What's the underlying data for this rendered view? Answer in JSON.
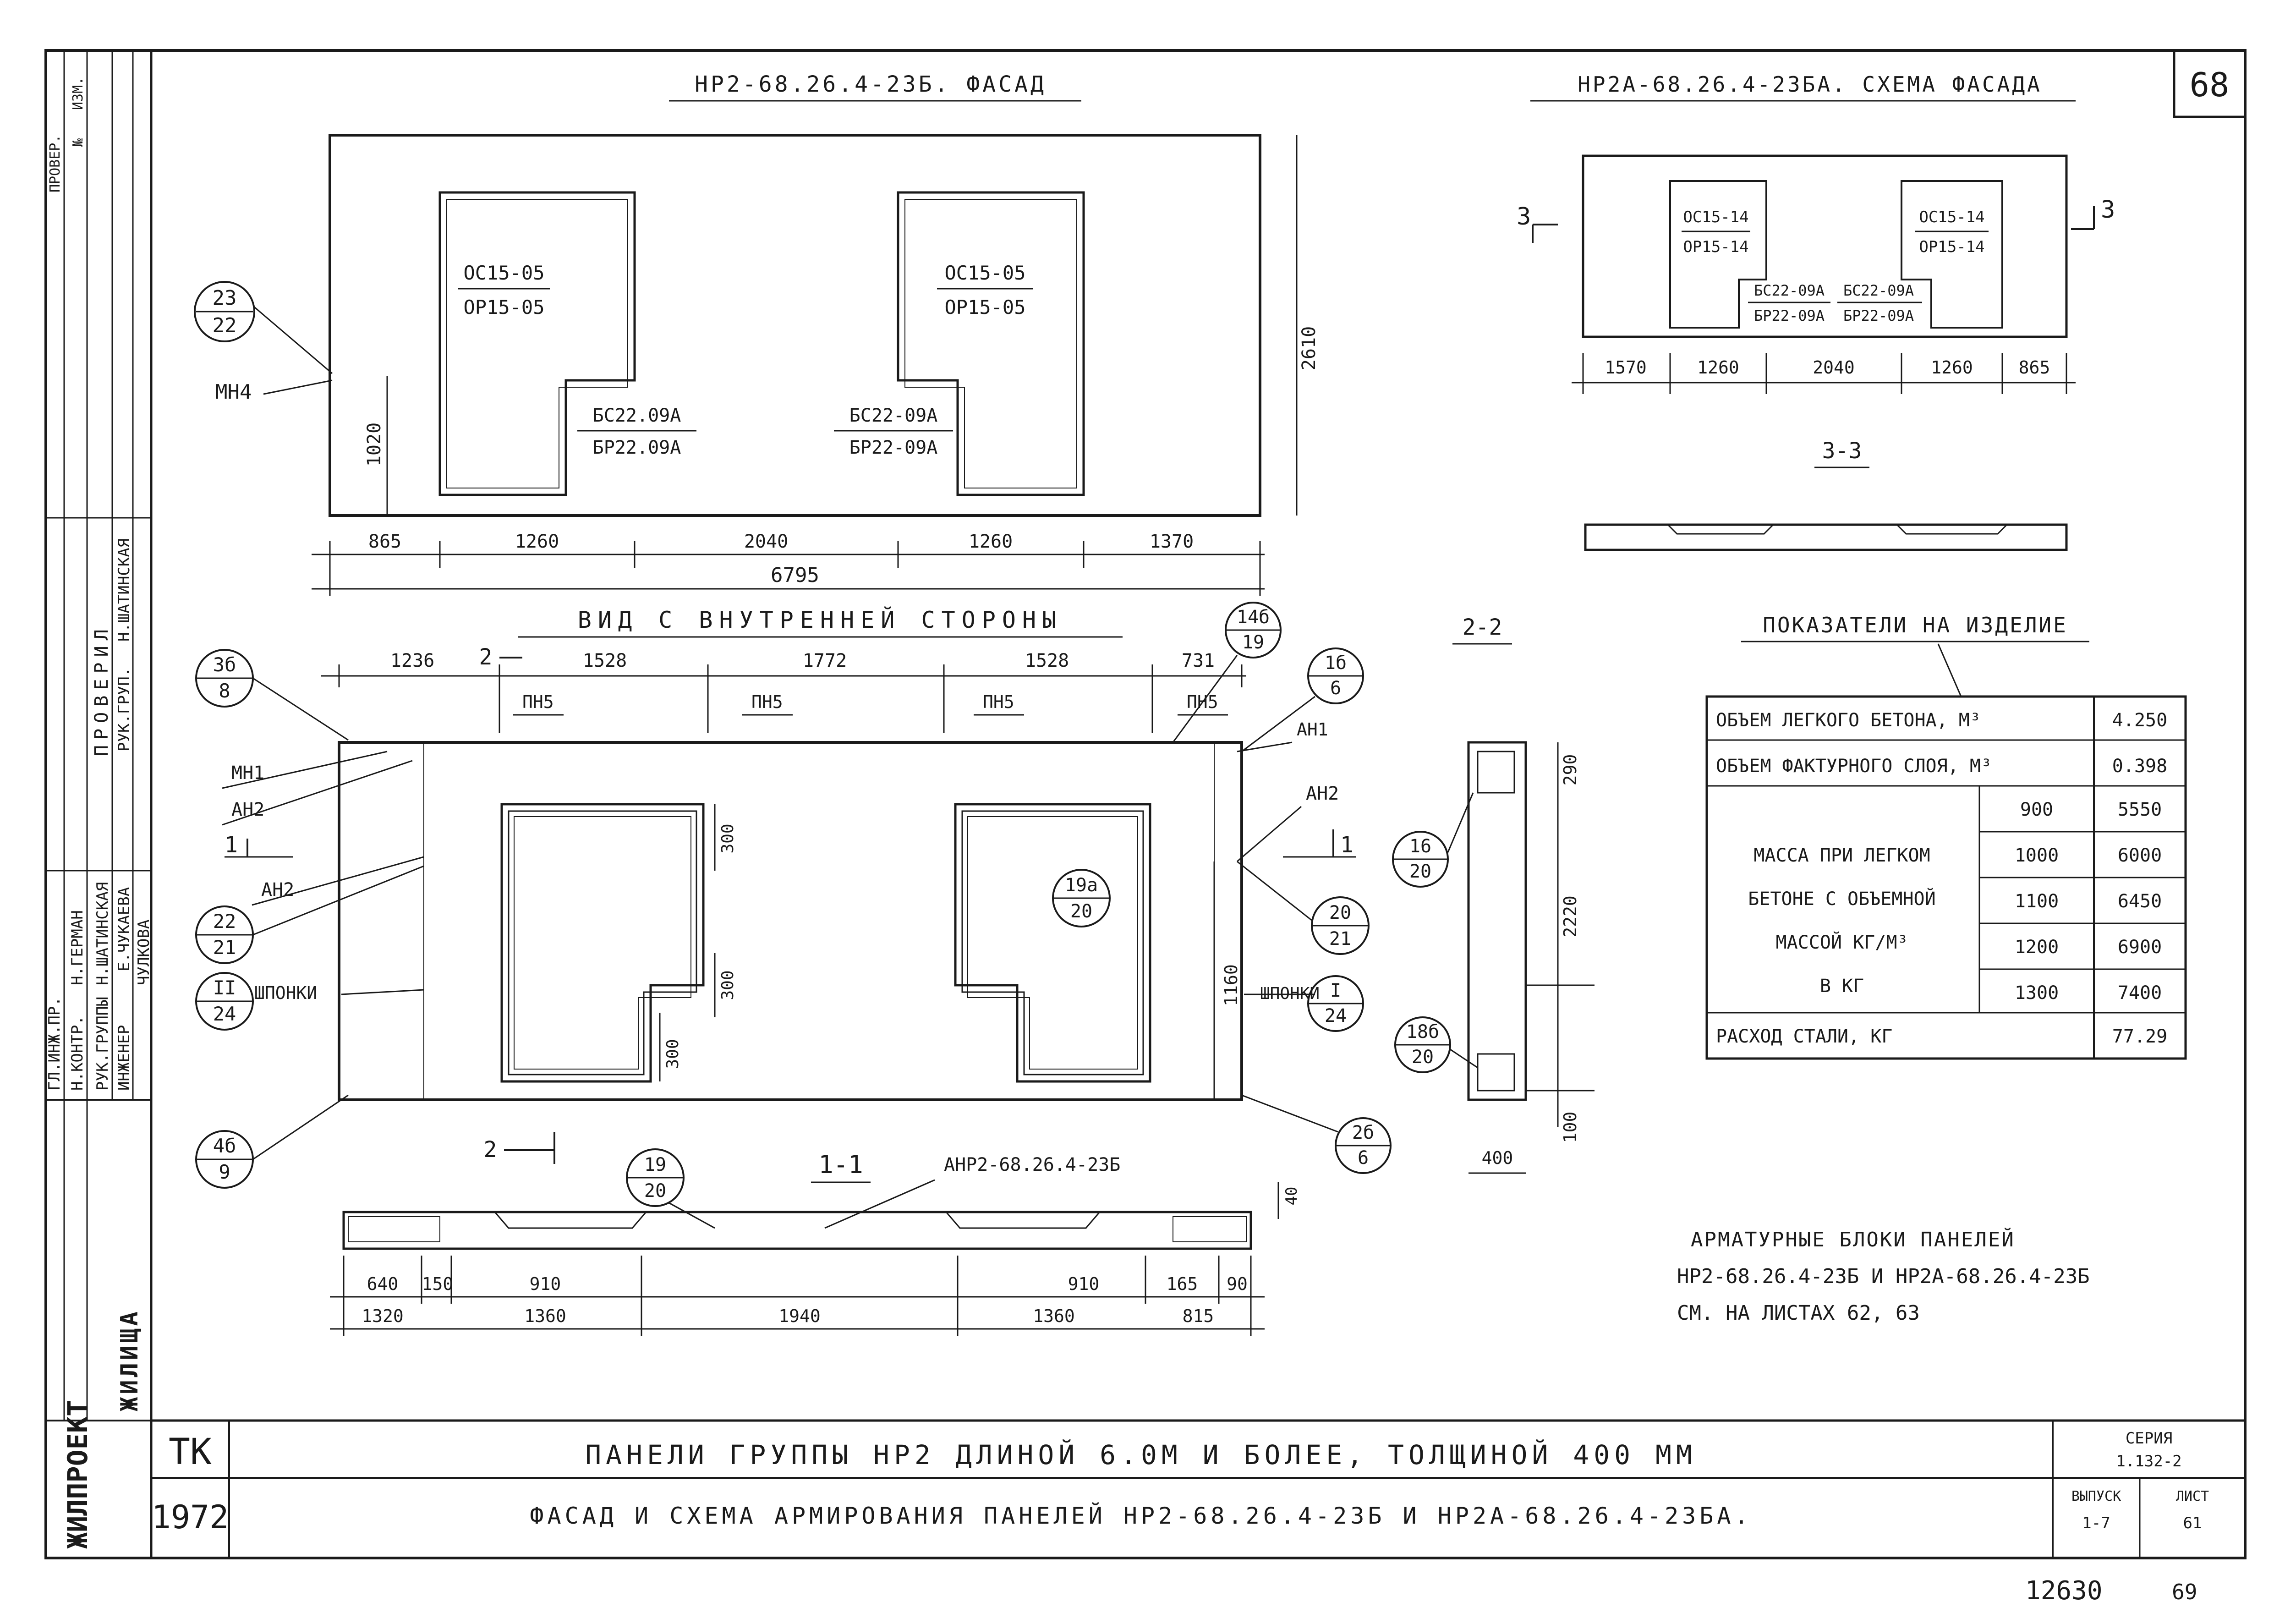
{
  "sheet_number": "68",
  "stamp_number": "12630",
  "stamp_number_suffix": "69",
  "facade_title": "НР2-68.26.4-23Б. ФАСАД",
  "scheme_title": "НР2А-68.26.4-23БА. СХЕМА ФАСАДА",
  "interior_title": "ВИД С ВНУТРЕННЕЙ СТОРОНЫ",
  "section_22_title": "2-2",
  "section_33_title": "3-3",
  "section_11_title": "1-1",
  "facade": {
    "window_left_top": "ОС15-05",
    "window_left_bottom": "ОР15-05",
    "window_right_top": "ОС15-05",
    "window_right_bottom": "ОР15-05",
    "door_left_top": "БС22.09А",
    "door_left_bottom": "БР22.09А",
    "door_right_top": "БС22-09А",
    "door_right_bottom": "БР22-09А",
    "height_dim": "2610",
    "sill_dim": "1020",
    "dims": [
      "865",
      "1260",
      "2040",
      "1260",
      "1370"
    ],
    "total_dim": "6795",
    "callout_top": "23",
    "callout_bottom": "22",
    "mn4_label": "МН4"
  },
  "scheme": {
    "left_top": "ОС15-14",
    "left_bottom": "ОР15-14",
    "right_top": "ОС15-14",
    "right_bottom": "ОР15-14",
    "door1_top": "БС22-09А",
    "door1_bottom": "БР22-09А",
    "door2_top": "БС22-09А",
    "door2_bottom": "БР22-09А",
    "dims": [
      "1570",
      "1260",
      "2040",
      "1260",
      "865"
    ],
    "cut_left": "3",
    "cut_right": "3"
  },
  "interior": {
    "top_dims": [
      "1236",
      "1528",
      "1772",
      "1528",
      "731"
    ],
    "pn_labels": [
      "ПН5",
      "ПН5",
      "ПН5",
      "ПН5"
    ],
    "cut_mark": "2",
    "cut_mark_bottom": "2",
    "dim_300_a": "300",
    "dim_300_b": "300",
    "dim_300_c": "300",
    "dim_1160": "1160",
    "shponki_left": "ШПОНКИ",
    "shponki_right": "ШПОНКИ",
    "mn1_label": "МН1",
    "an2_label_left": "АН2",
    "an2_label_left2": "АН2",
    "an1_label_right": "АН1",
    "an2_label_right": "АН2",
    "cut11_left": "1",
    "cut11_right": "1",
    "callouts": [
      {
        "top": "3б",
        "bottom": "8"
      },
      {
        "top": "22",
        "bottom": "21"
      },
      {
        "top": "II",
        "bottom": "24"
      },
      {
        "top": "4б",
        "bottom": "9"
      },
      {
        "top": "14б",
        "bottom": "19"
      },
      {
        "top": "1б",
        "bottom": "6"
      },
      {
        "top": "19а",
        "bottom": "20"
      },
      {
        "top": "20",
        "bottom": "21"
      },
      {
        "top": "I",
        "bottom": "24"
      },
      {
        "top": "2б",
        "bottom": "6"
      },
      {
        "top": "19",
        "bottom": "20"
      }
    ]
  },
  "section22": {
    "dim_290": "290",
    "dim_2220": "2220",
    "dim_100": "100",
    "dim_400": "400",
    "callout_a_top": "16",
    "callout_a_bottom": "20",
    "callout_b_top": "18б",
    "callout_b_bottom": "20"
  },
  "section11": {
    "label": "АНР2-68.26.4-23Б",
    "dim_40": "40",
    "top_dims": [
      "640",
      "150",
      "910",
      "910",
      "165",
      "90"
    ],
    "bottom_dims": [
      "1320",
      "1360",
      "1940",
      "1360",
      "815"
    ]
  },
  "indicators": {
    "title": "ПОКАЗАТЕЛИ НА ИЗДЕЛИЕ",
    "rows": [
      {
        "label": "ОБЪЕМ ЛЕГКОГО БЕТОНА, М³",
        "value": "4.250"
      },
      {
        "label": "ОБЪЕМ ФАКТУРНОГО СЛОЯ, М³",
        "value": "0.398"
      }
    ],
    "mass_label_1": "МАССА ПРИ ЛЕГКОМ",
    "mass_label_2": "БЕТОНЕ С ОБЪЕМНОЙ",
    "mass_label_3": "МАССОЙ   КГ/М³",
    "mass_label_4": "В КГ",
    "mass_rows": [
      {
        "density": "900",
        "value": "5550"
      },
      {
        "density": "1000",
        "value": "6000"
      },
      {
        "density": "1100",
        "value": "6450"
      },
      {
        "density": "1200",
        "value": "6900"
      },
      {
        "density": "1300",
        "value": "7400"
      }
    ],
    "steel_label": "РАСХОД СТАЛИ, КГ",
    "steel_value": "77.29"
  },
  "note": {
    "line1": "АРМАТУРНЫЕ БЛОКИ ПАНЕЛЕЙ",
    "line2": "НР2-68.26.4-23Б И НР2А-68.26.4-23Б",
    "line3": "СМ. НА ЛИСТАХ 62, 63"
  },
  "title_block": {
    "code": "ТК",
    "year": "1972",
    "line1": "ПАНЕЛИ ГРУППЫ НР2 ДЛИНОЙ 6.0М И БОЛЕЕ, ТОЛЩИНОЙ 400 ММ",
    "line2": "ФАСАД И СХЕМА АРМИРОВАНИЯ ПАНЕЛЕЙ НР2-68.26.4-23Б И НР2А-68.26.4-23БА.",
    "series_label": "СЕРИЯ",
    "series_value": "1.132-2",
    "issue_label": "ВЫПУСК",
    "issue_value": "1-7",
    "sheet_label": "ЛИСТ",
    "sheet_value": "61",
    "org": "ЖИЛПРОЕКТ",
    "org_short": "ЖИЛИЩА"
  },
  "side_stamp": {
    "roles": [
      "ГЛ.ИНЖ.ПР.",
      "Н.КОНТР.",
      "РУК.ГРУППЫ",
      "ИНЖЕНЕР"
    ],
    "names": [
      "Н.ГЕРМАН",
      "Н.ШАТИНСКАЯ",
      "Е.ЧУКАЕВА",
      "ЧУЛКОВА"
    ],
    "checked_label": "ПРОВЕРИЛ",
    "checked_role": "РУК.ГРУП.",
    "checked_name": "Н.ШАТИНСКАЯ",
    "top_labels": [
      "ПРОВЕР.",
      "№",
      "ИЗМ."
    ]
  }
}
